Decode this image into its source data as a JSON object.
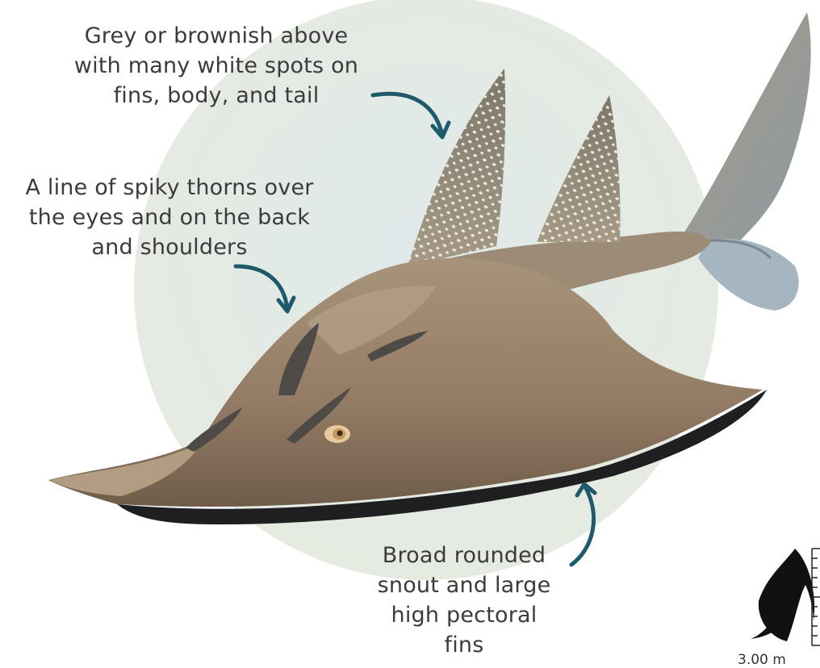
{
  "annotations": {
    "coloration": "Grey or brownish above\nwith many white spots on\nfins, body, and tail",
    "thorns": "A line of spiky thorns over\nthe eyes and on the back\nand shoulders",
    "snout": "Broad rounded\nsnout and large\nhigh pectoral\nfins"
  },
  "scale": {
    "label": "3.00 m"
  },
  "colors": {
    "circle": "#e6ebe3",
    "arrow": "#1e5a6b",
    "body": "#9a8670",
    "body_dark": "#6e5d4c",
    "underside": "#1f1f22",
    "fin": "#8c8374",
    "spot": "#efe8d8"
  }
}
